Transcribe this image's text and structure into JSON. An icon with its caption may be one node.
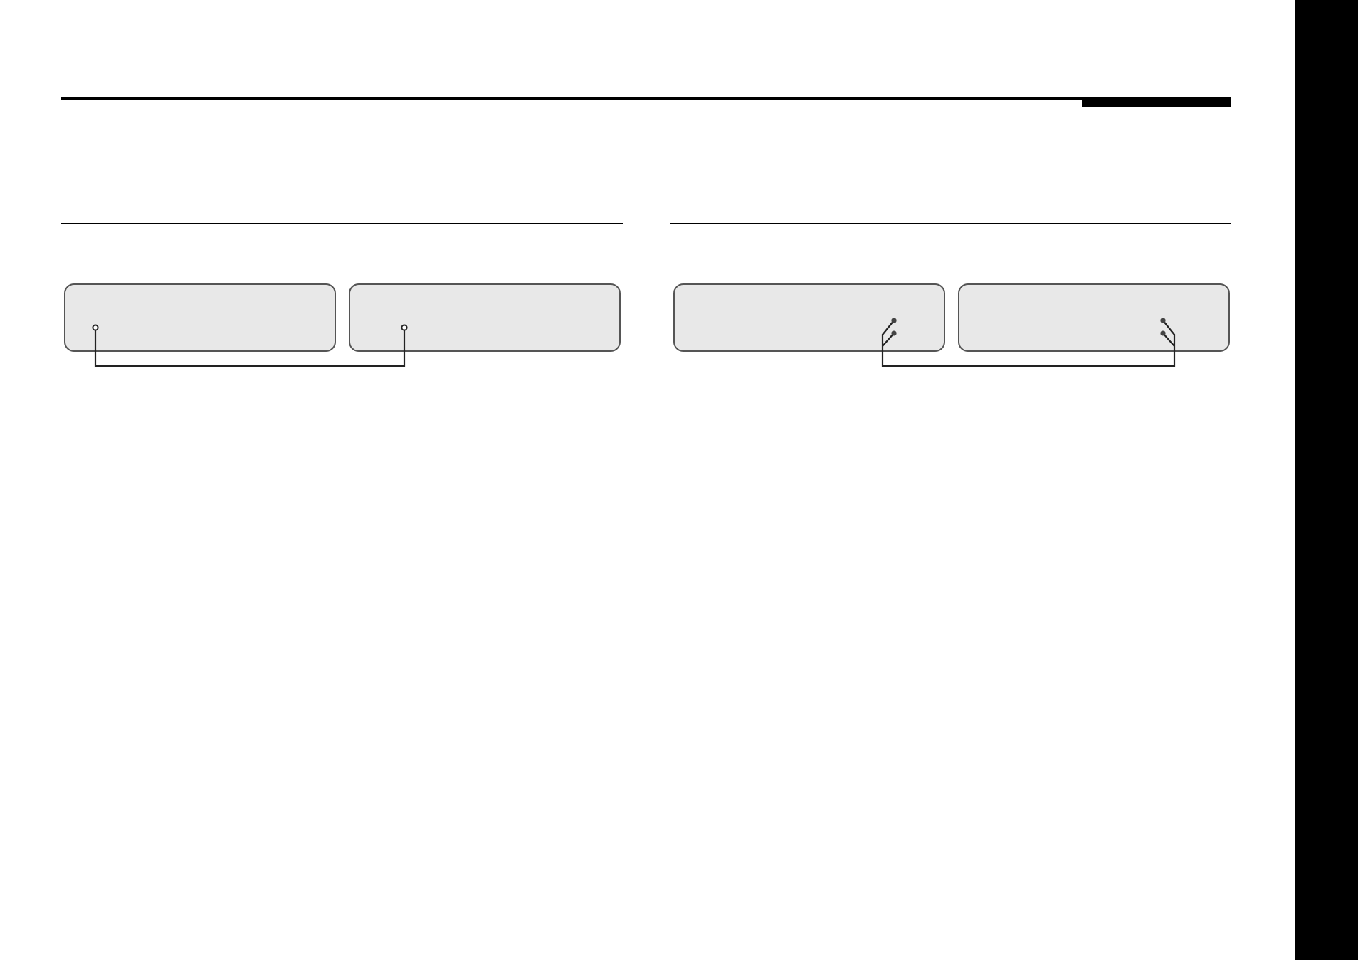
{
  "diagram": {
    "nodes": [
      {
        "text": [],
        "shape": "box"
      },
      {
        "text": [],
        "shape": "box"
      },
      {
        "text": [],
        "shape": "box"
      },
      {
        "text": [],
        "shape": "box"
      }
    ],
    "edges": [
      {
        "from": 0,
        "to": 1,
        "arrow": "none"
      },
      {
        "from": 2,
        "to": 3,
        "arrow": "none"
      }
    ]
  }
}
